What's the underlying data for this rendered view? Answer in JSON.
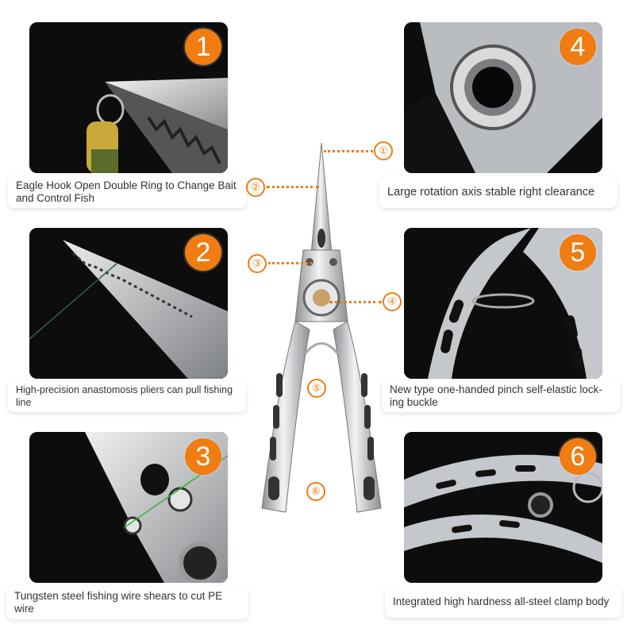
{
  "panels": [
    {
      "id": "1",
      "badge": "1",
      "caption": "Eagle Hook Open Double Ring to Change Bait and Control Fish"
    },
    {
      "id": "2",
      "badge": "2",
      "caption": "High-precision anastomosis pliers can pull fishing line"
    },
    {
      "id": "3",
      "badge": "3",
      "caption": "Tungsten steel fishing wire shears to cut PE wire"
    },
    {
      "id": "4",
      "badge": "4",
      "caption": "Large rotation axis stable right clearance"
    },
    {
      "id": "5",
      "badge": "5",
      "caption": "New type one-handed pinch self-elastic lock-ing buckle"
    },
    {
      "id": "6",
      "badge": "6",
      "caption": "Integrated high hardness all-steel clamp body"
    }
  ],
  "markers": [
    "①",
    "②",
    "③",
    "④",
    "⑤",
    "⑥"
  ],
  "colors": {
    "accent": "#f07c12",
    "photo_bg": "#0b0b0b",
    "steel": "#c9ccd0"
  }
}
